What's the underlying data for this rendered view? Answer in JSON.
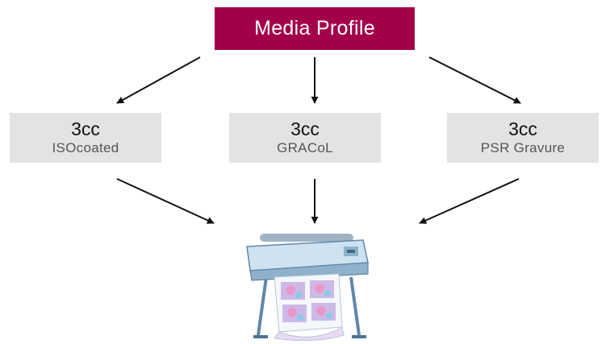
{
  "top": {
    "label": "Media Profile",
    "color": "#a3004a"
  },
  "profiles": [
    {
      "name": "3cc",
      "sub": "ISOcoated"
    },
    {
      "name": "3cc",
      "sub": "GRACoL"
    },
    {
      "name": "3cc",
      "sub": "PSR Gravure"
    }
  ],
  "icons": {
    "output_device": "large-format-printer-icon"
  }
}
